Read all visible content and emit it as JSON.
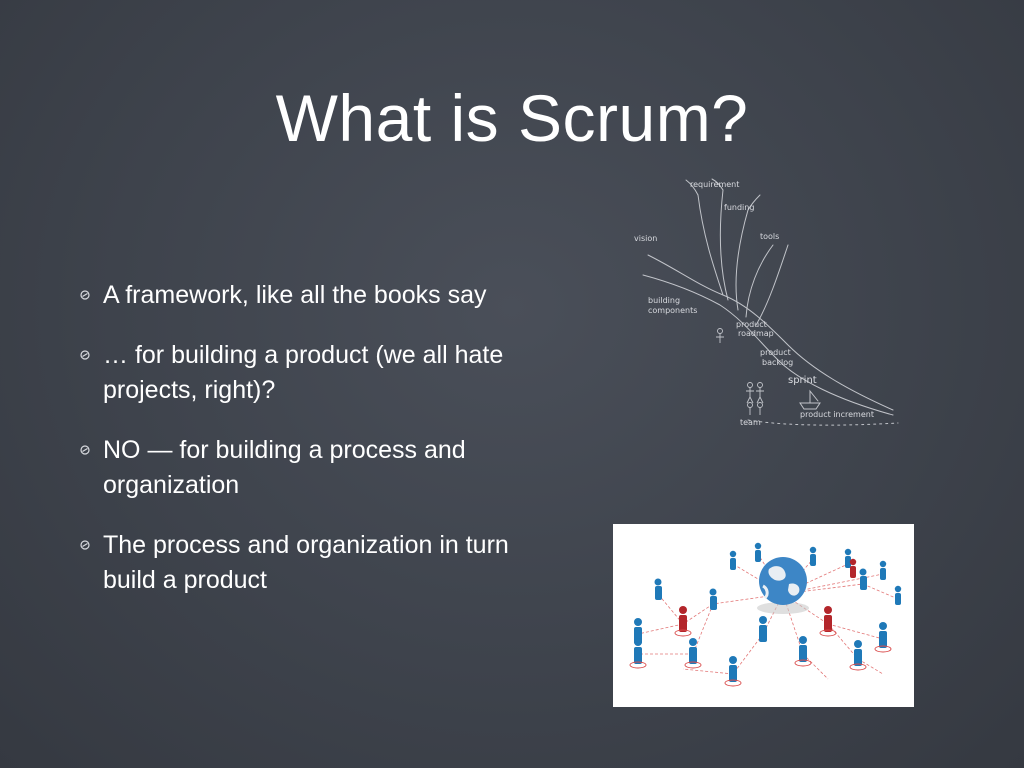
{
  "slide": {
    "title": "What is Scrum?",
    "bullets": [
      "A framework, like all the books say",
      "… for building a product (we all hate projects, right)?",
      "NO — for building a process and organization",
      "The process and organization in turn build a product"
    ]
  },
  "sketch": {
    "labels": {
      "requirement": "requirement",
      "funding": "funding",
      "vision": "vision",
      "tools": "tools",
      "building_components_1": "building",
      "building_components_2": "components",
      "product_roadmap_1": "product",
      "product_roadmap_2": "roadmap",
      "product_backlog_1": "product",
      "product_backlog_2": "backlog",
      "sprint": "sprint",
      "product_increment": "product increment",
      "team": "team"
    }
  },
  "colors": {
    "background": "#3e434c",
    "text": "#ffffff",
    "sketch_line": "#d8dadf",
    "people_blue": "#1f79b8",
    "people_red": "#b3262b",
    "link_red": "#d94a4a"
  }
}
